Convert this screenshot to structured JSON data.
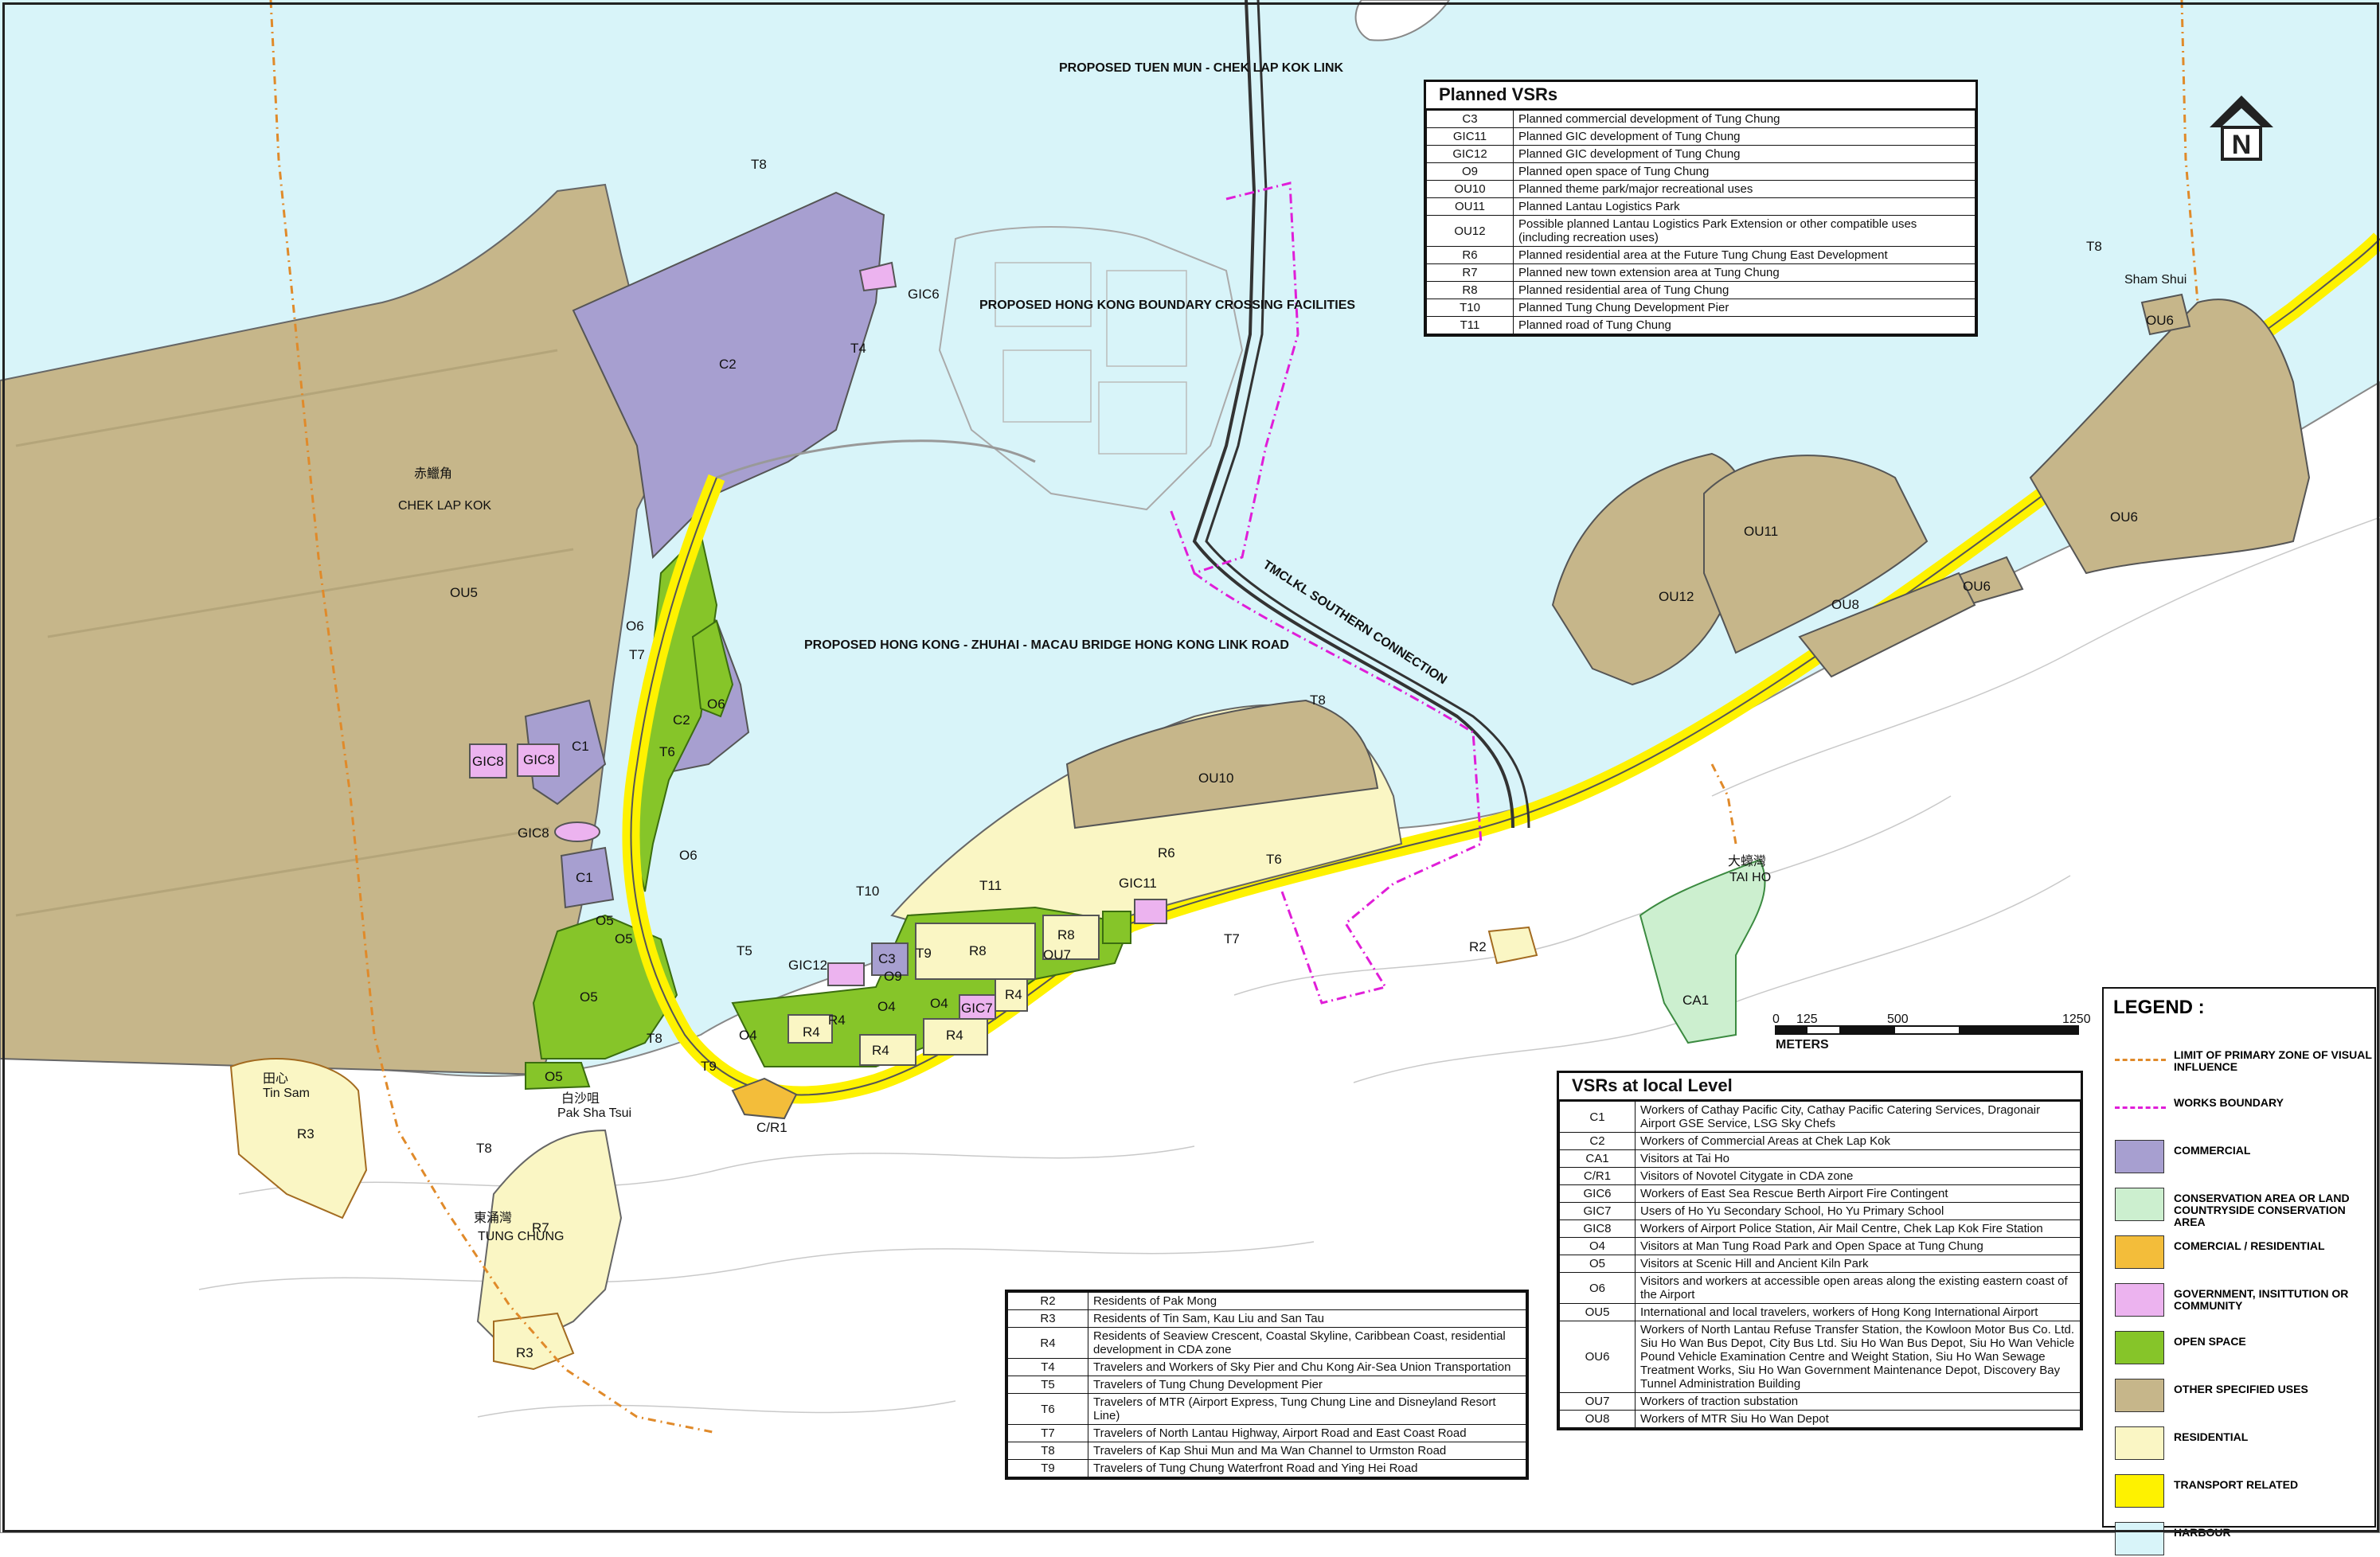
{
  "map_labels": {
    "tmclkl_link": "PROPOSED TUEN MUN - CHEK LAP KOK LINK",
    "hkbcf": "PROPOSED HONG KONG BOUNDARY CROSSING FACILITIES",
    "hzmb": "PROPOSED HONG KONG - ZHUHAI - MACAU BRIDGE HONG KONG LINK ROAD",
    "tmclkl_south": "TMCLKL SOUTHERN CONNECTION",
    "chek_lap_kok_cn": "赤鱲角",
    "chek_lap_kok_en": "CHEK LAP KOK",
    "tung_chung_en": "TUNG CHUNG",
    "tung_chung_cn": "東涌灣",
    "pak_sha_cn": "白沙咀",
    "pak_sha_en": "Pak Sha Tsui",
    "tai_ho_cn": "大蠔灣",
    "tai_ho_en": "TAI HO",
    "sham_shui_en": "Sham Shui",
    "tin_sam_cn": "田心",
    "tin_sam_en": "Tin Sam",
    "scale_0": "0",
    "scale_125": "125",
    "scale_500": "500",
    "scale_1250": "1250",
    "scale_unit": "METERS"
  },
  "zones": {
    "T8_a": "T8",
    "T8_b": "T8",
    "T8_c": "T8",
    "T8_d": "T8",
    "T8_e": "T8",
    "C2_a": "C2",
    "C2_b": "C2",
    "C1_a": "C1",
    "C1_b": "C1",
    "C3": "C3",
    "GIC6": "GIC6",
    "GIC8_a": "GIC8",
    "GIC8_b": "GIC8",
    "GIC8_c": "GIC8",
    "GIC11": "GIC11",
    "GIC12": "GIC12",
    "GIC7": "GIC7",
    "T4": "T4",
    "T5": "T5",
    "T6_a": "T6",
    "T6_b": "T6",
    "T7_a": "T7",
    "T7_b": "T7",
    "T9_a": "T9",
    "T9_b": "T9",
    "T10": "T10",
    "T11": "T11",
    "O4_a": "O4",
    "O4_b": "O4",
    "O4_c": "O4",
    "O5_a": "O5",
    "O5_b": "O5",
    "O5_c": "O5",
    "O5_d": "O5",
    "O6_a": "O6",
    "O6_b": "O6",
    "O6_c": "O6",
    "O9": "O9",
    "OU5": "OU5",
    "OU6_a": "OU6",
    "OU6_b": "OU6",
    "OU6_c": "OU6",
    "OU7": "OU7",
    "OU8": "OU8",
    "OU10": "OU10",
    "OU11": "OU11",
    "OU12": "OU12",
    "R2": "R2",
    "R3_a": "R3",
    "R3_b": "R3",
    "R4_a": "R4",
    "R4_b": "R4",
    "R4_c": "R4",
    "R4_d": "R4",
    "R4_e": "R4",
    "R6": "R6",
    "R7": "R7",
    "R8_a": "R8",
    "R8_b": "R8",
    "CA1": "CA1",
    "CR1": "C/R1"
  },
  "planned_vsrs": {
    "title": "Planned VSRs",
    "rows": [
      {
        "code": "C3",
        "desc": "Planned commercial development of Tung Chung"
      },
      {
        "code": "GIC11",
        "desc": "Planned GIC development of Tung Chung"
      },
      {
        "code": "GIC12",
        "desc": "Planned GIC development of Tung Chung"
      },
      {
        "code": "O9",
        "desc": "Planned open space of Tung Chung"
      },
      {
        "code": "OU10",
        "desc": "Planned theme park/major recreational uses"
      },
      {
        "code": "OU11",
        "desc": "Planned Lantau Logistics Park"
      },
      {
        "code": "OU12",
        "desc": "Possible planned Lantau Logistics Park Extension or other compatible uses (including recreation uses)"
      },
      {
        "code": "R6",
        "desc": "Planned residential area at the Future Tung Chung East Development"
      },
      {
        "code": "R7",
        "desc": "Planned new town extension area at Tung Chung"
      },
      {
        "code": "R8",
        "desc": "Planned residential area of Tung Chung"
      },
      {
        "code": "T10",
        "desc": "Planned Tung Chung Development Pier"
      },
      {
        "code": "T11",
        "desc": "Planned road of Tung Chung"
      }
    ]
  },
  "local_vsrs": {
    "title": "VSRs at local Level",
    "rows": [
      {
        "code": "C1",
        "desc": "Workers of Cathay Pacific City, Cathay Pacific Catering Services, Dragonair Airport GSE Service, LSG Sky Chefs"
      },
      {
        "code": "C2",
        "desc": "Workers of Commercial Areas at Chek Lap Kok"
      },
      {
        "code": "CA1",
        "desc": "Visitors at Tai Ho"
      },
      {
        "code": "C/R1",
        "desc": "Visitors of Novotel Citygate in CDA zone"
      },
      {
        "code": "GIC6",
        "desc": "Workers of East Sea Rescue Berth Airport Fire Contingent"
      },
      {
        "code": "GIC7",
        "desc": "Users of Ho Yu Secondary School, Ho Yu Primary School"
      },
      {
        "code": "GIC8",
        "desc": "Workers of Airport Police Station, Air Mail Centre, Chek Lap Kok Fire Station"
      },
      {
        "code": "O4",
        "desc": "Visitors at Man Tung Road Park and Open Space at Tung Chung"
      },
      {
        "code": "O5",
        "desc": "Visitors at Scenic Hill and Ancient Kiln Park"
      },
      {
        "code": "O6",
        "desc": "Visitors and workers at accessible open areas along the existing eastern coast of the Airport"
      },
      {
        "code": "OU5",
        "desc": "International and local travelers, workers of Hong Kong International Airport"
      },
      {
        "code": "OU6",
        "desc": "Workers of North Lantau Refuse Transfer Station, the Kowloon Motor Bus Co. Ltd. Siu Ho Wan Bus Depot, City Bus Ltd. Siu Ho Wan Bus Depot, Siu Ho Wan Vehicle Pound Vehicle Examination Centre and Weight Station, Siu Ho Wan Sewage Treatment Works, Siu Ho Wan Government Maintenance Depot, Discovery Bay Tunnel Administration Building"
      },
      {
        "code": "OU7",
        "desc": "Workers of traction substation"
      },
      {
        "code": "OU8",
        "desc": "Workers of MTR Siu Ho Wan Depot"
      }
    ]
  },
  "other_vsrs": {
    "rows": [
      {
        "code": "R2",
        "desc": "Residents of Pak Mong"
      },
      {
        "code": "R3",
        "desc": "Residents of Tin Sam, Kau Liu and San Tau"
      },
      {
        "code": "R4",
        "desc": "Residents of Seaview Crescent, Coastal Skyline, Caribbean Coast, residential development in CDA zone"
      },
      {
        "code": "T4",
        "desc": "Travelers and Workers of Sky Pier and Chu Kong Air-Sea Union Transportation"
      },
      {
        "code": "T5",
        "desc": "Travelers of Tung Chung Development Pier"
      },
      {
        "code": "T6",
        "desc": "Travelers of MTR (Airport Express, Tung Chung Line and Disneyland Resort Line)"
      },
      {
        "code": "T7",
        "desc": "Travelers of North Lantau Highway, Airport Road and East Coast Road"
      },
      {
        "code": "T8",
        "desc": "Travelers of Kap Shui Mun and Ma Wan Channel to Urmston Road"
      },
      {
        "code": "T9",
        "desc": "Travelers of Tung Chung Waterfront Road and Ying Hei Road"
      }
    ]
  },
  "legend": {
    "title": "LEGEND :",
    "items": [
      {
        "label": "LIMIT OF PRIMARY ZONE OF VISUAL INFLUENCE",
        "kind": "line",
        "color": "#e08a2a",
        "dash": "8 4 2 4"
      },
      {
        "label": "WORKS BOUNDARY",
        "kind": "line",
        "color": "#e01ed8",
        "dash": "10 4 2 4"
      },
      {
        "label": "COMMERCIAL",
        "kind": "fill",
        "color": "#a79fd0"
      },
      {
        "label": "CONSERVATION AREA OR LAND COUNTRYSIDE CONSERVATION AREA",
        "kind": "fill",
        "color": "#ccefcf"
      },
      {
        "label": "COMERCIAL / RESIDENTIAL",
        "kind": "fill",
        "color": "#f3bd3a"
      },
      {
        "label": "GOVERNMENT, INSITTUTION OR COMMUNITY",
        "kind": "fill",
        "color": "#ecb3ef"
      },
      {
        "label": "OPEN SPACE",
        "kind": "fill",
        "color": "#86c529"
      },
      {
        "label": "OTHER SPECIFIED USES",
        "kind": "fill",
        "color": "#c6b68a"
      },
      {
        "label": "RESIDENTIAL",
        "kind": "fill",
        "color": "#faf6c4"
      },
      {
        "label": "TRANSPORT RELATED",
        "kind": "fill",
        "color": "#fef200"
      },
      {
        "label": "HARBOUR",
        "kind": "fill",
        "color": "#d8f4f9"
      }
    ]
  },
  "colors": {
    "sea": "#d8f4f9",
    "land": "#ffffff",
    "commercial": "#a79fd0",
    "other_uses": "#c6b68a",
    "residential": "#faf6c4",
    "open_space": "#86c529",
    "gic": "#ecb3ef",
    "transport": "#fef200",
    "conservation": "#ccefcf",
    "comm_res": "#f3bd3a",
    "primary_zone": "#e08a2a",
    "works": "#e01ed8"
  },
  "north_arrow": "N"
}
